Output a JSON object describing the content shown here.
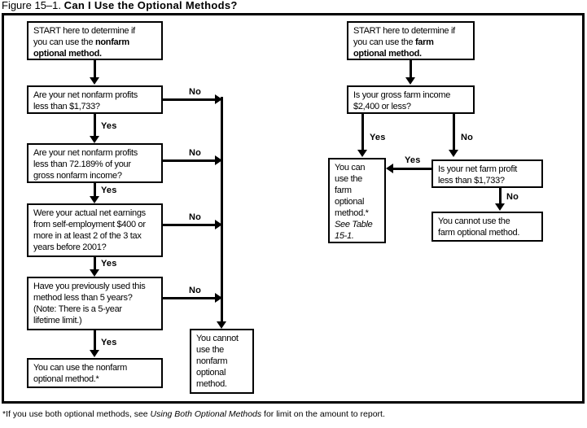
{
  "figure": {
    "label": "Figure 15–1.",
    "title": "Can I Use the Optional Methods?"
  },
  "flowchart": {
    "type": "decision-flowchart",
    "branches": {
      "yes": "Yes",
      "no": "No"
    },
    "nonfarm_column": {
      "start": {
        "text_plain": "START here to determine if you can use the nonfarm optional method.",
        "line1": "START here to determine if",
        "line2_prefix": "you can use the ",
        "line2_bold": "nonfarm",
        "line3_bold": "optional method."
      },
      "decisions": [
        {
          "id": "nonfarm-profits-1733",
          "line1": "Are your net nonfarm profits",
          "line2": "less than $1,733?",
          "yes": "Yes",
          "no": "No"
        },
        {
          "id": "nonfarm-profits-72189",
          "line1": "Are your net nonfarm profits",
          "line2": "less than 72.189% of your",
          "line3": "gross nonfarm income?",
          "yes": "Yes",
          "no": "No"
        },
        {
          "id": "actual-net-earnings-400",
          "line1": "Were your actual net earnings",
          "line2": "from self-employment $400 or",
          "line3": "more in at least 2 of the 3 tax",
          "line4": "years before 2001?",
          "yes": "Yes",
          "no": "No"
        },
        {
          "id": "previously-used-5-years",
          "line1": "Have you previously used this",
          "line2": "method less than 5 years?",
          "line3": "(Note: There is a 5-year",
          "line4": "lifetime limit.)",
          "yes": "Yes",
          "no": "No"
        }
      ],
      "result_yes": {
        "id": "can-use-nonfarm",
        "line1": "You can use the nonfarm",
        "line2": "optional method.*"
      },
      "result_no": {
        "id": "cannot-use-nonfarm",
        "line1": "You cannot",
        "line2": "use the",
        "line3": "nonfarm",
        "line4": "optional",
        "line5": "method."
      }
    },
    "farm_column": {
      "start": {
        "text_plain": "START here to determine if you can use the farm optional method.",
        "line1": "START here to determine if",
        "line2_prefix": "you can use the ",
        "line2_bold": "farm",
        "line3_bold": "optional method."
      },
      "decisions": [
        {
          "id": "gross-farm-income-2400",
          "line1": "Is your gross farm income",
          "line2": "$2,400 or less?",
          "yes": "Yes",
          "no": "No"
        },
        {
          "id": "net-farm-profit-1733",
          "line1": "Is your net farm profit",
          "line2": "less than $1,733?",
          "yes": "Yes",
          "no": "No"
        }
      ],
      "result_yes": {
        "id": "can-use-farm",
        "line1": "You can",
        "line2": "use the",
        "line3": "farm",
        "line4": "optional",
        "line5": "method.*",
        "line6_italic": "See Table",
        "line7_italic": "15-1."
      },
      "result_no": {
        "id": "cannot-use-farm",
        "line1": "You cannot use the",
        "line2": "farm optional method."
      }
    }
  },
  "footnote": {
    "marker": "*",
    "prefix": "If you use both optional methods, see ",
    "italic": "Using Both Optional Methods",
    "suffix": " for limit on the amount to report."
  },
  "colors": {
    "ink": "#000000",
    "paper": "#ffffff"
  }
}
